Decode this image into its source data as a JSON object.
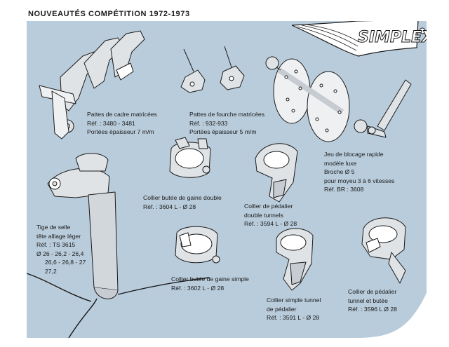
{
  "header": {
    "title": "NOUVEAUTÉS COMPÉTITION 1972-1973"
  },
  "logo": {
    "text": "SIMPLEX"
  },
  "colors": {
    "panel": "#b9ccdb",
    "ink": "#1a1a1a",
    "metal": "#dfe3e6"
  },
  "products": {
    "frame_dropouts": {
      "name": "Pattes de cadre matricées",
      "ref": "Réf. : 3480 - 3481",
      "spec": "Portées épaisseur 7 m/m"
    },
    "fork_dropouts": {
      "name": "Pattes de fourche matricées",
      "ref": "Réf. : 932-933",
      "spec": "Portées épaisseur 5 m/m"
    },
    "quick_release": {
      "line1": "Jeu de blocage rapide",
      "line2": "modèle luxe",
      "line3": "Broche Ø 5",
      "line4": "pour moyeu 3 à 6 vitesses",
      "ref": "Réf. BR : 3608"
    },
    "double_stop_clamp": {
      "name": "Collier butée de gaine double",
      "ref": "Réf. : 3604 L - Ø 28"
    },
    "double_tunnel_clamp": {
      "line1": "Collier de pédalier",
      "line2": "double tunnels",
      "ref": "Réf. : 3594 L - Ø 28"
    },
    "seat_post": {
      "line1": "Tige de selle",
      "line2": "tête alliage léger",
      "ref": "Réf. : TS 3615",
      "size1": "Ø 26 - 26,2 - 26,4",
      "size2": "26,6 - 26,8 - 27",
      "size3": "27,2"
    },
    "single_stop_clamp": {
      "name": "Collier butée de gaine simple",
      "ref": "Réf. : 3602 L - Ø 28"
    },
    "single_tunnel_clamp": {
      "line1": "Collier simple tunnel",
      "line2": "de pédalier",
      "ref": "Réf. : 3591 L - Ø 28"
    },
    "tunnel_stop_clamp": {
      "line1": "Collier de pédalier",
      "line2": "tunnel et butée",
      "ref": "Réf. : 3596 L Ø 28"
    }
  }
}
